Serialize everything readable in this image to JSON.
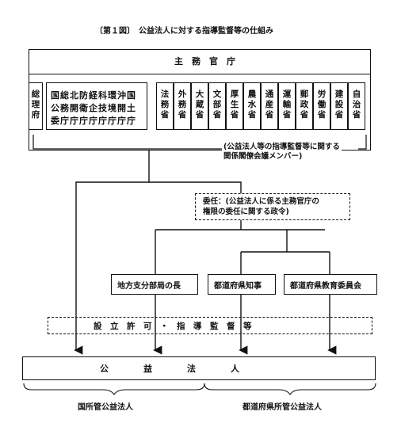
{
  "figure_title": "〔第１図〕　公益法人に対する指導監督等の仕組み",
  "top_box": {
    "label": "主　務　官　庁"
  },
  "left_offices": [
    {
      "name": "総理府"
    }
  ],
  "agency_grid": {
    "rows": [
      "国総北防経科環沖国",
      "公務開衛企技境開土",
      "委庁庁庁庁庁庁庁庁"
    ]
  },
  "ministries": [
    {
      "name": "法務省"
    },
    {
      "name": "外務省"
    },
    {
      "name": "大蔵省"
    },
    {
      "name": "文部省"
    },
    {
      "name": "厚生省"
    },
    {
      "name": "農水省"
    },
    {
      "name": "通産省"
    },
    {
      "name": "運輸省"
    },
    {
      "name": "郵政省"
    },
    {
      "name": "労働省"
    },
    {
      "name": "建設省"
    },
    {
      "name": "自治省"
    }
  ],
  "bracket_note": "(公益法人等の指導監督等に関する\n関係閣僚会議メンバー)",
  "delegation_note": "委任：(公益法人に係る主務官庁の\n権限の委任に関する政令)",
  "mid_boxes": {
    "regional": "地方支分部局の長",
    "governor": "都道府県知事",
    "board": "都道府県教育委員会"
  },
  "permit_band": "設　立　許　可　・　指　導　監　督　等",
  "bottom_box": "公　　　　益　　　　法　　　　人",
  "bottom_labels": {
    "national": "国所管公益法人",
    "prefectural": "都道府県所管公益法人"
  }
}
